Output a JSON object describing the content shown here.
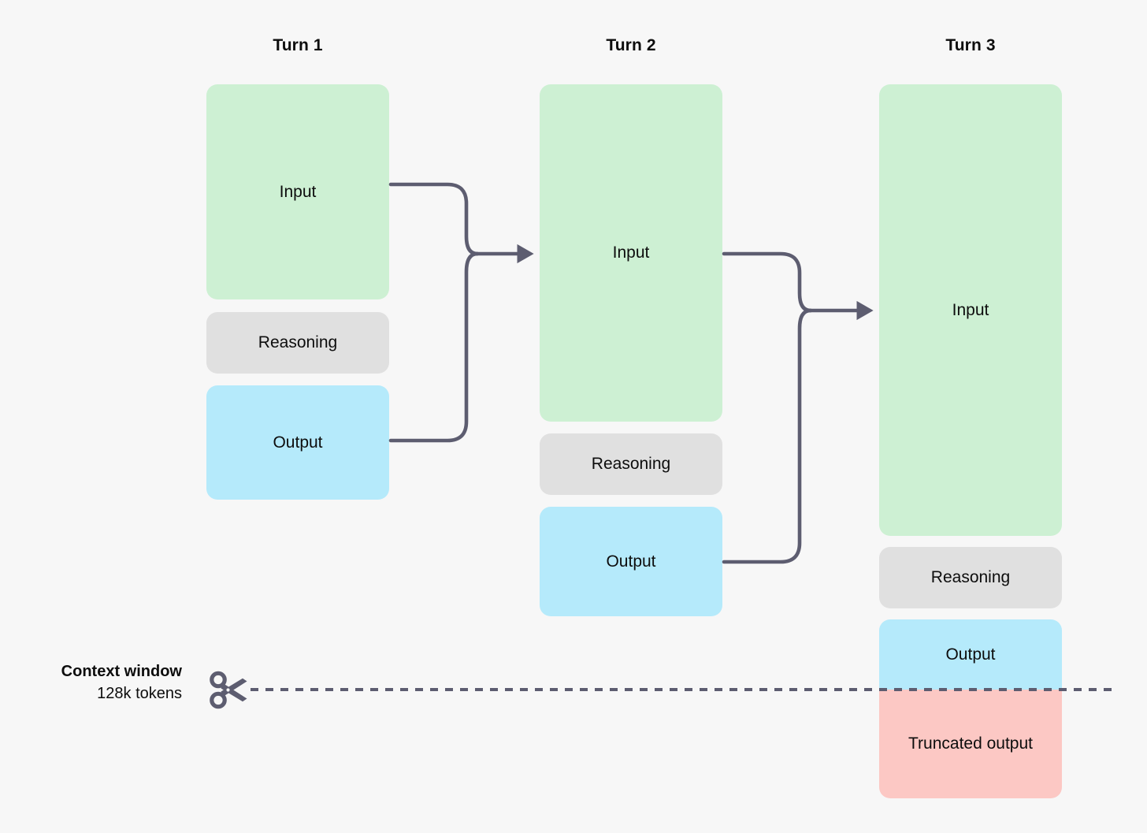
{
  "diagram": {
    "title_columns": [
      {
        "label": "Turn 1"
      },
      {
        "label": "Turn 2"
      },
      {
        "label": "Turn 3"
      }
    ],
    "colors": {
      "background": "#f7f7f7",
      "input": "#cdf0d3",
      "reasoning": "#e0e0e0",
      "output": "#b5eafb",
      "truncated": "#fcc8c4",
      "connector": "#5d5d70",
      "text": "#0d0d0d"
    },
    "turns": [
      {
        "name": "Turn 1",
        "blocks": [
          {
            "kind": "input",
            "label": "Input"
          },
          {
            "kind": "reasoning",
            "label": "Reasoning"
          },
          {
            "kind": "output",
            "label": "Output"
          }
        ]
      },
      {
        "name": "Turn 2",
        "blocks": [
          {
            "kind": "input",
            "label": "Input"
          },
          {
            "kind": "reasoning",
            "label": "Reasoning"
          },
          {
            "kind": "output",
            "label": "Output"
          }
        ]
      },
      {
        "name": "Turn 3",
        "blocks": [
          {
            "kind": "input",
            "label": "Input"
          },
          {
            "kind": "reasoning",
            "label": "Reasoning"
          },
          {
            "kind": "output",
            "label": "Output"
          },
          {
            "kind": "truncated",
            "label": "Truncated output"
          }
        ]
      }
    ],
    "context_window": {
      "title": "Context window",
      "subtitle": "128k tokens",
      "icon": "scissors-icon"
    },
    "connectors": [
      {
        "from": [
          "Turn 1 Input",
          "Turn 1 Output"
        ],
        "to": "Turn 2 Input"
      },
      {
        "from": [
          "Turn 2 Input",
          "Turn 2 Output"
        ],
        "to": "Turn 3 Input"
      }
    ]
  }
}
